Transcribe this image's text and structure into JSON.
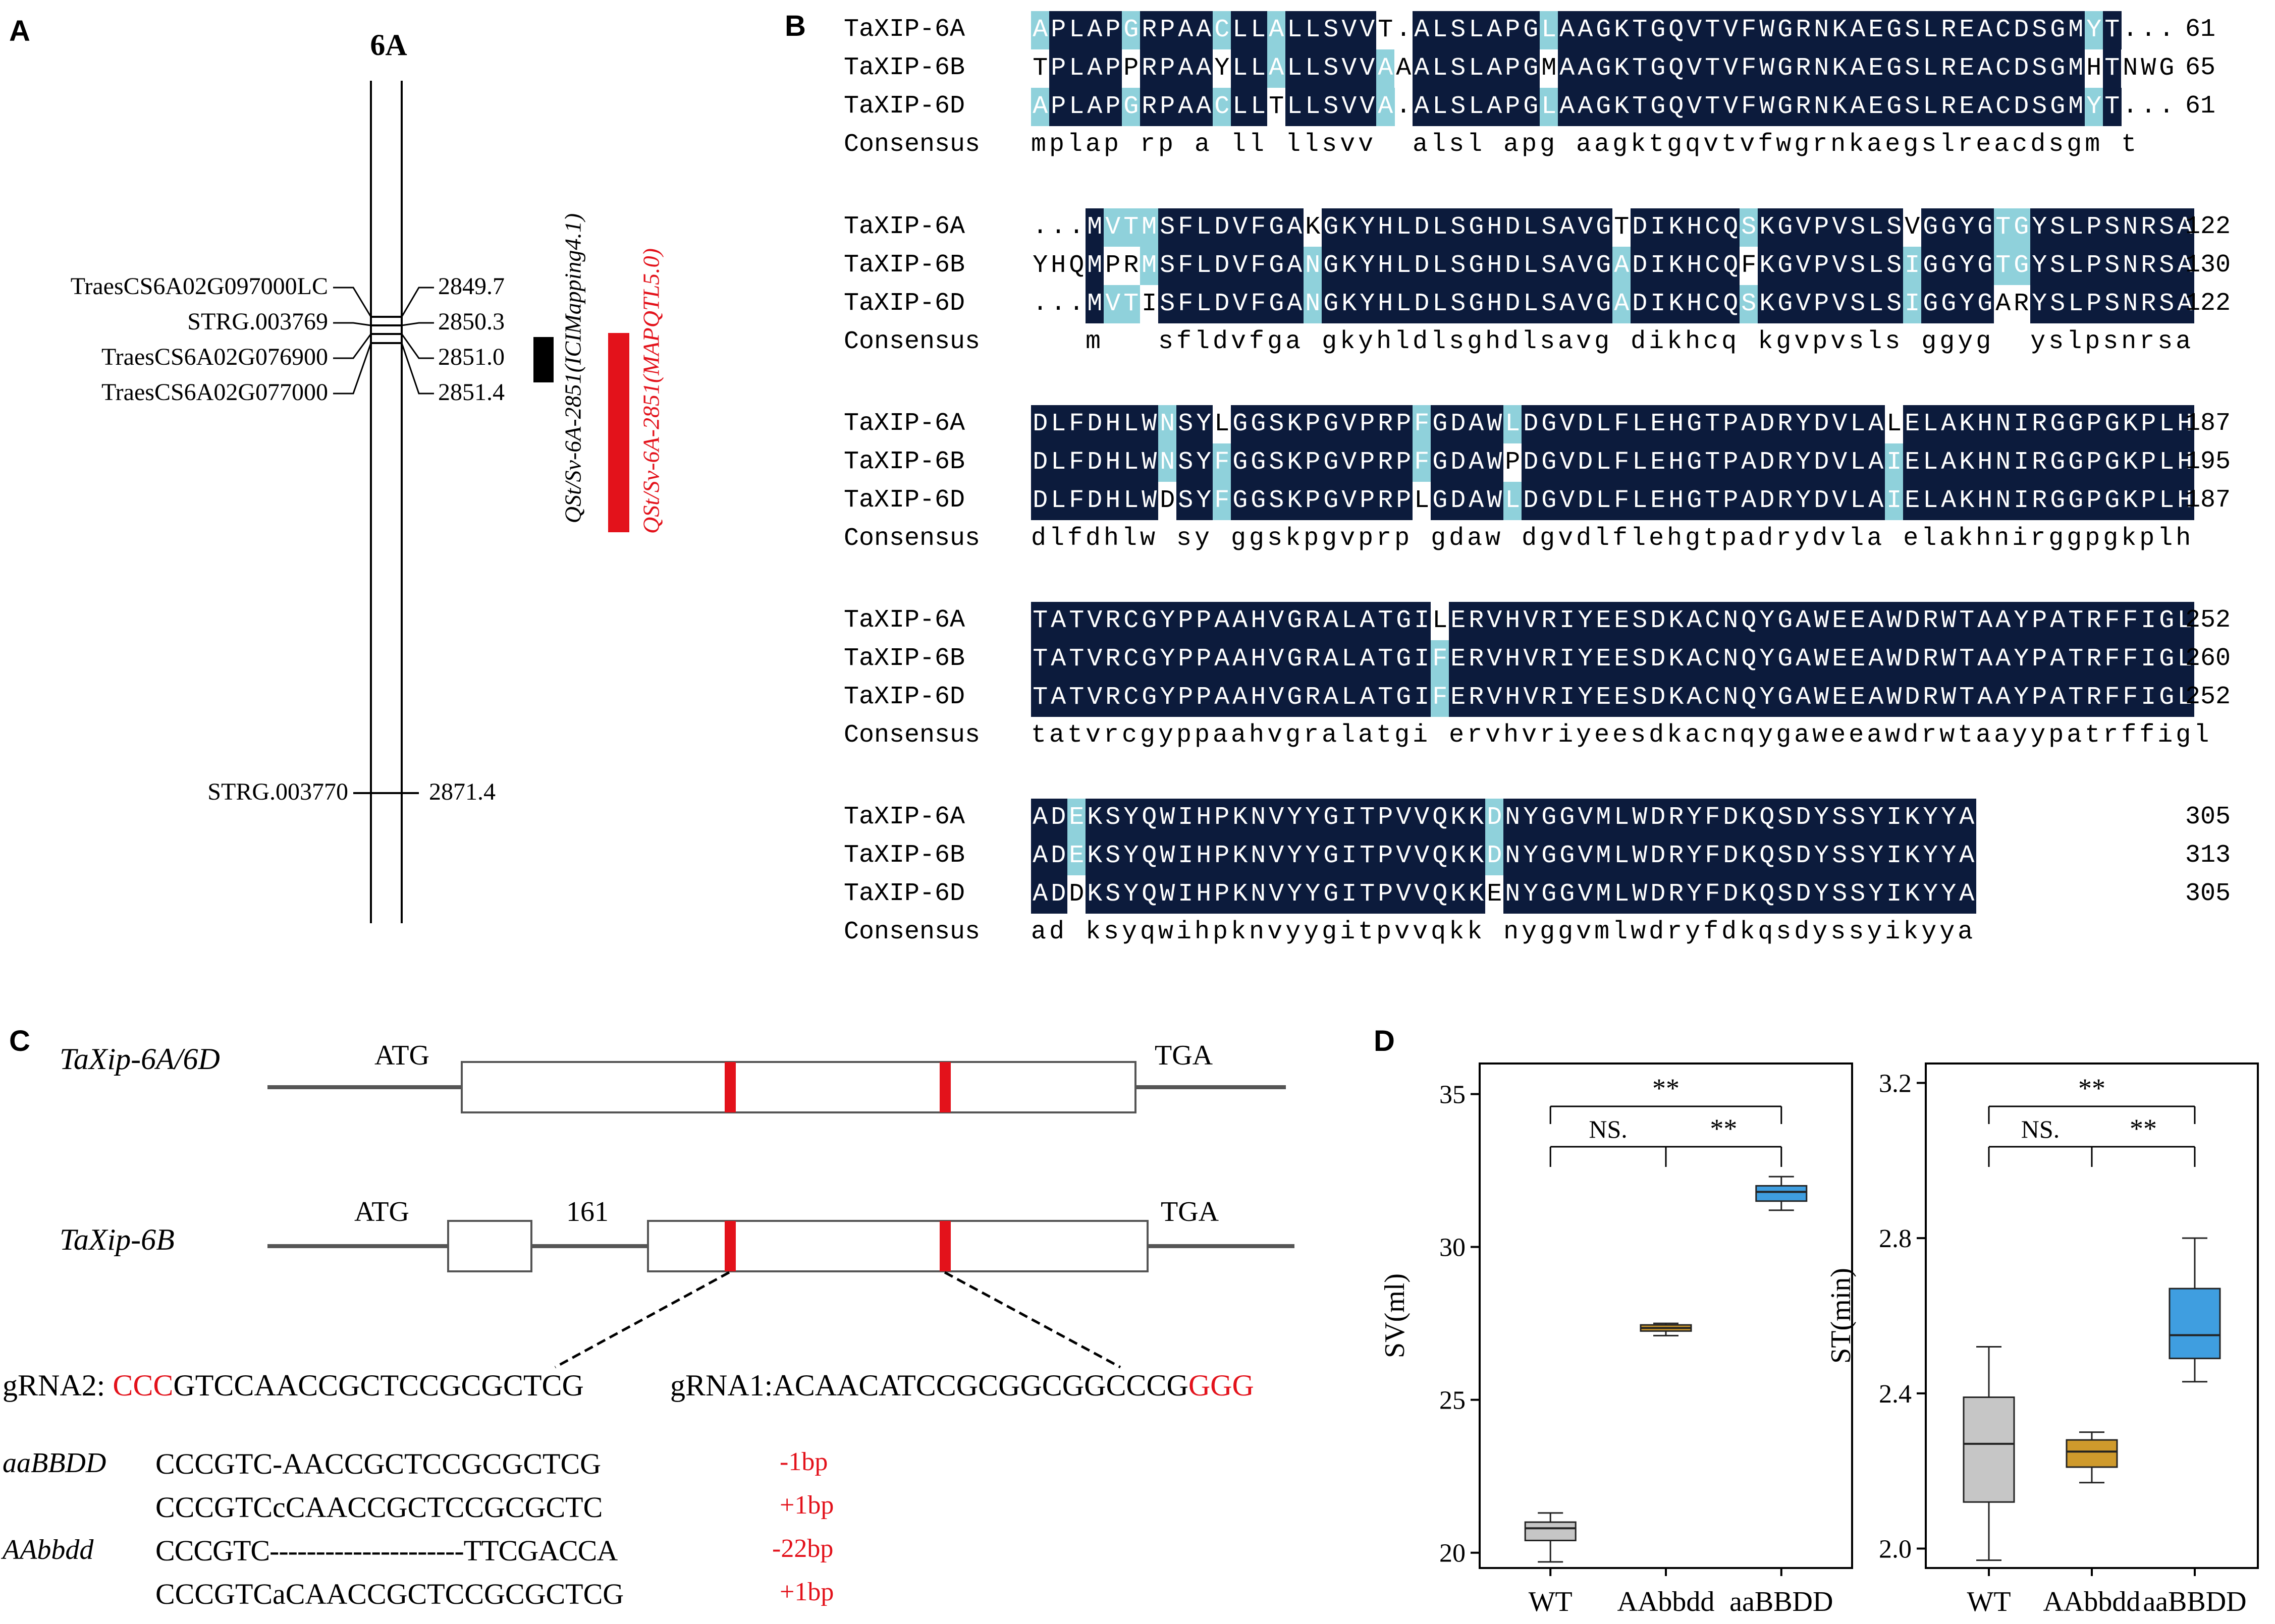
{
  "panels": {
    "a": "A",
    "b": "B",
    "c": "C",
    "d": "D"
  },
  "panel_a": {
    "chromosome": "6A",
    "markers": [
      {
        "name": "TraesCS6A02G097000LC",
        "pos": "2849.7"
      },
      {
        "name": "STRG.003769",
        "pos": "2850.3"
      },
      {
        "name": "TraesCS6A02G076900",
        "pos": "2851.0"
      },
      {
        "name": "TraesCS6A02G077000",
        "pos": "2851.4"
      },
      {
        "name": "STRG.003770",
        "pos": "2871.4"
      }
    ],
    "qtl_black": "QSt/Sv-6A-2851(ICIMapping4.1)",
    "qtl_red": "QSt/Sv-6A-2851(MAPQTL5.0)",
    "colors": {
      "black_bar": "#000000",
      "red_bar": "#e3121b"
    }
  },
  "panel_b": {
    "seq_labels": [
      "TaXIP-6A",
      "TaXIP-6B",
      "TaXIP-6D"
    ],
    "consensus_label": "Consensus",
    "blocks": [
      {
        "seqs": [
          "APLAPGRPAACLLALLSVVT.ALSLAPGLAAGKTGQVTVFWGRNKAEGSLREACDSGMYT...",
          "TPLAPPRPAAYLLALLSVVAAALSLAPGMAAGKTGQVTVFWGRNKAEGSLREACDSGMHTNWG",
          "APLAPGRPAACLLTLLSVVA.ALSLAPGLAAGKTGQVTVFWGRNKAEGSLREACDSGMYT..."
        ],
        "consensus": "mplap rp a ll llsvv  alsl apg aagktgqvtvfwgrnkaegslreacdsgm t",
        "ends": [
          "61",
          "65",
          "61"
        ]
      },
      {
        "seqs": [
          "...MVTMSFLDVFGAKGKYHLDLSGHDLSAVGTDIKHCQSKGVPVSLSVGGYGTGYSLPSNRSA",
          "YHQMPRMSFLDVFGANGKYHLDLSGHDLSAVGADIKHCQFKGVPVSLSIGGYGTGYSLPSNRSA",
          "...MVTISFLDVFGANGKYHLDLSGHDLSAVGADIKHCQSKGVPVSLSIGGYGARYSLPSNRSA"
        ],
        "consensus": "   m   sfldvfga gkyhldlsghdlsavg dikhcq kgvpvsls ggyg  yslpsnrsa",
        "ends": [
          "122",
          "130",
          "122"
        ]
      },
      {
        "seqs": [
          "DLFDHLWNSYLGGSKPGVPRPFGDAWLDGVDLFLEHGTPADRYDVLALELAKHNIRGGPGKPLH",
          "DLFDHLWNSYFGGSKPGVPRPFGDAWPDGVDLFLEHGTPADRYDVLAIELAKHNIRGGPGKPLH",
          "DLFDHLWDSYFGGSKPGVPRPLGDAWLDGVDLFLEHGTPADRYDVLAIELAKHNIRGGPGKPLH"
        ],
        "consensus": "dlfdhlw sy ggskpgvprp gdaw dgvdlflehgtpadrydvla elakhnirggpgkplh",
        "ends": [
          "187",
          "195",
          "187"
        ]
      },
      {
        "seqs": [
          "TATVRCGYPPAAHVGRALATGILERVHVRIYEESDKACNQYGAWEEAWDRWTAAYPATRFFIGL",
          "TATVRCGYPPAAHVGRALATGIFERVHVRIYEESDKACNQYGAWEEAWDRWTAAYPATRFFIGL",
          "TATVRCGYPPAAHVGRALATGIFERVHVRIYEESDKACNQYGAWEEAWDRWTAAYPATRFFIGL"
        ],
        "consensus": "tatvrcgyppaahvgralatgi ervhvriyeesdkacnqygaweeawdrwtaayypatrffigl",
        "ends": [
          "252",
          "260",
          "252"
        ]
      },
      {
        "seqs": [
          "ADEKSYQWIHPKNVYYGITPVVQKKDNYGGVMLWDRYFDKQSDYSSYIKYYA",
          "ADEKSYQWIHPKNVYYGITPVVQKKDNYGGVMLWDRYFDKQSDYSSYIKYYA",
          "ADDKSYQWIHPKNVYYGITPVVQKKENYGGVMLWDRYFDKQSDYSSYIKYYA"
        ],
        "consensus": "ad ksyqwihpknvyygitpvvqkk nyggvmlwdryfdkqsdyssyikyya",
        "ends": [
          "305",
          "313",
          "305"
        ]
      }
    ],
    "colors": {
      "identical": "#0c1b3c",
      "partial": "#8fd1db",
      "mismatch": "#ffffff"
    }
  },
  "panel_c": {
    "gene1": "TaXip-6A/6D",
    "gene2": "TaXip-6B",
    "atg": "ATG",
    "tga": "TGA",
    "intron": "161",
    "grna2_prefix": "gRNA2: ",
    "grna2_pam": "CCC",
    "grna2_seq": "GTCCAACCGCTCCGCGCTCG",
    "grna1_prefix": "gRNA1:",
    "grna1_seq": "ACAACATCCGCGGCGGCCCG",
    "grna1_pam": "GGG",
    "mutants": [
      {
        "genotype": "aaBBDD",
        "seq": "CCCGTC-AACCGCTCCGCGCTCG",
        "change": "-1bp"
      },
      {
        "genotype": "",
        "seq": "CCCGTCcCAACCGCTCCGCGCTC",
        "change": "+1bp"
      },
      {
        "genotype": "AAbbdd",
        "seq": "CCCGTC---------------------TTCGACCA",
        "change": "-22bp"
      },
      {
        "genotype": "",
        "seq": "CCCGTCaCAACCGCTCCGCGCTCG",
        "change": "+1bp"
      }
    ],
    "colors": {
      "red": "#e3121b"
    }
  },
  "panel_d": {
    "sig_labels": {
      "top": "**",
      "left": "NS.",
      "right": "**"
    },
    "groups": [
      "WT",
      "AAbbdd",
      "aaBBDD"
    ],
    "colors": {
      "WT": "#c6c6c6",
      "AAbbdd": "#cf9a2c",
      "aaBBDD": "#3f9ee0"
    }
  },
  "chart_data": [
    {
      "type": "box",
      "ylabel": "SV(ml)",
      "xlabel": "",
      "ylim": [
        19.5,
        36
      ],
      "yticks": [
        20,
        25,
        30,
        35
      ],
      "categories": [
        "WT",
        "AAbbdd",
        "aaBBDD"
      ],
      "boxes": [
        {
          "name": "WT",
          "min": 19.7,
          "q1": 20.4,
          "median": 20.8,
          "q3": 21.0,
          "max": 21.3
        },
        {
          "name": "AAbbdd",
          "min": 27.1,
          "q1": 27.25,
          "median": 27.35,
          "q3": 27.45,
          "max": 27.5
        },
        {
          "name": "aaBBDD",
          "min": 31.2,
          "q1": 31.5,
          "median": 31.8,
          "q3": 32.0,
          "max": 32.3
        }
      ]
    },
    {
      "type": "box",
      "ylabel": "ST(min)",
      "xlabel": "",
      "ylim": [
        1.95,
        3.25
      ],
      "yticks": [
        2.0,
        2.4,
        2.8,
        3.2
      ],
      "categories": [
        "WT",
        "AAbbdd",
        "aaBBDD"
      ],
      "boxes": [
        {
          "name": "WT",
          "min": 1.97,
          "q1": 2.12,
          "median": 2.27,
          "q3": 2.39,
          "max": 2.52
        },
        {
          "name": "AAbbdd",
          "min": 2.17,
          "q1": 2.21,
          "median": 2.25,
          "q3": 2.28,
          "max": 2.3
        },
        {
          "name": "aaBBDD",
          "min": 2.43,
          "q1": 2.49,
          "median": 2.55,
          "q3": 2.67,
          "max": 2.8
        }
      ]
    }
  ]
}
